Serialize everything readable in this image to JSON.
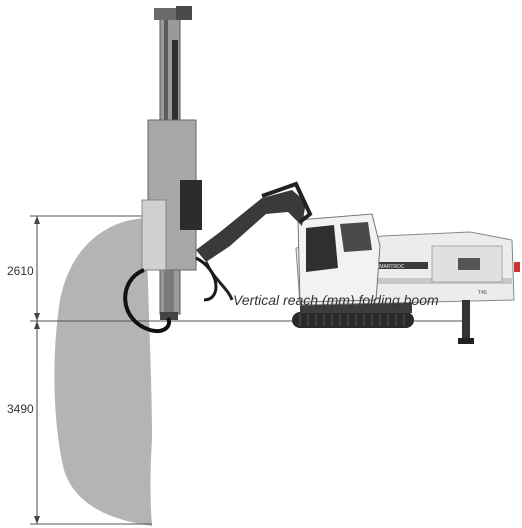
{
  "diagram": {
    "caption": "Vertical reach (mm) folding boom",
    "dimensions": {
      "upper": "2610",
      "lower": "3490"
    },
    "machine": {
      "model_badge": "SMARTROC",
      "side_tag": "T45"
    },
    "colors": {
      "reach_area": "#b4b4b4",
      "lines": "#444444",
      "machine_body": "#ececec",
      "boom": "#3a3a3a",
      "tracks": "#2a2a2a",
      "accent_stripe": "#c8c8c8"
    }
  }
}
